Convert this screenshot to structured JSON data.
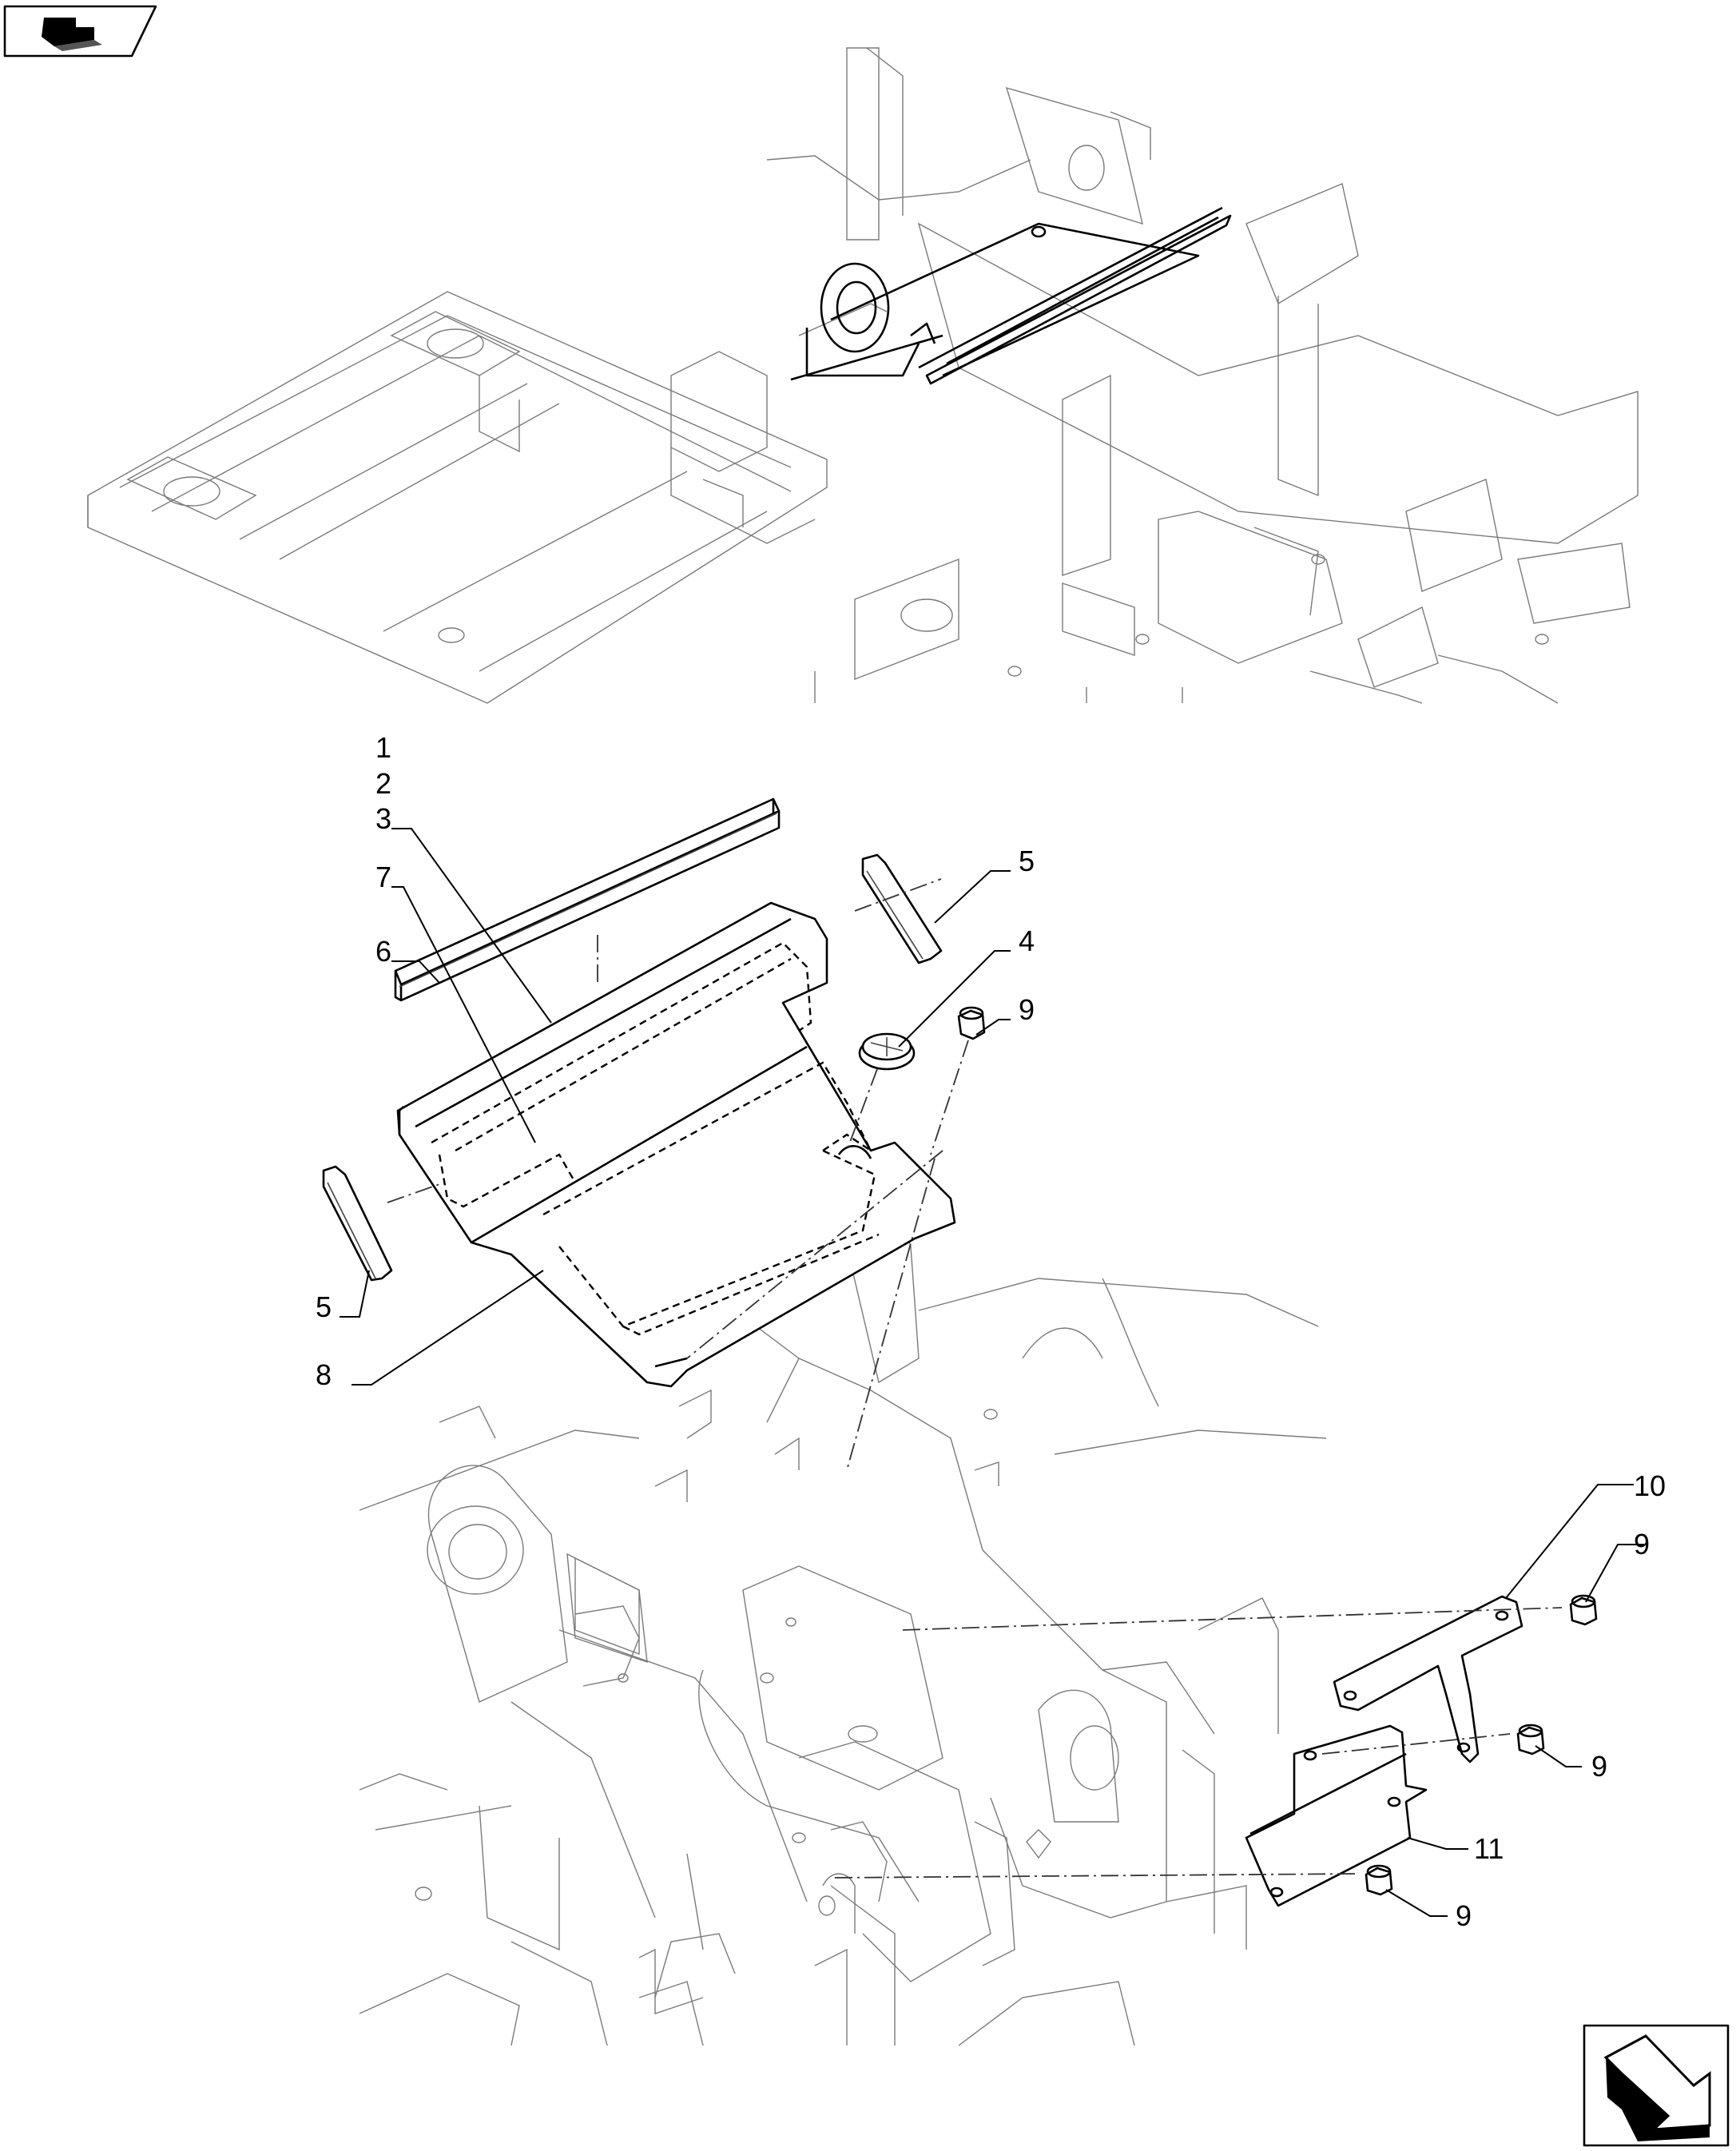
{
  "callouts": [
    {
      "id": "c1",
      "text": "1"
    },
    {
      "id": "c2",
      "text": "2"
    },
    {
      "id": "c3",
      "text": "3"
    },
    {
      "id": "c7",
      "text": "7"
    },
    {
      "id": "c6",
      "text": "6"
    },
    {
      "id": "c5a",
      "text": "5"
    },
    {
      "id": "c4",
      "text": "4"
    },
    {
      "id": "c9a",
      "text": "9"
    },
    {
      "id": "c5b",
      "text": "5"
    },
    {
      "id": "c8",
      "text": "8"
    },
    {
      "id": "c10",
      "text": "10"
    },
    {
      "id": "c9b",
      "text": "9"
    },
    {
      "id": "c9c",
      "text": "9"
    },
    {
      "id": "c11",
      "text": "11"
    },
    {
      "id": "c9d",
      "text": "9"
    }
  ],
  "icons": {
    "top_left": "navigation-badge-icon",
    "bottom_right": "next-page-arrow-icon"
  }
}
